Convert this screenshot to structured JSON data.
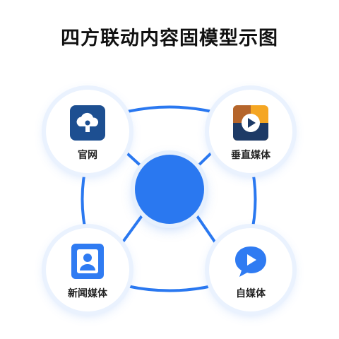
{
  "title": "四方联动内容固模型示图",
  "colors": {
    "primary_blue": "#2a78f0",
    "line_blue": "#2a78f0",
    "dark_navy": "#1d4f91",
    "orange": "#f5a623",
    "brown": "#b5652b",
    "icon_blue": "#2f7bf2"
  },
  "nodes": {
    "website": {
      "label": "官网",
      "icon": "cloud-icon"
    },
    "vertical_media": {
      "label": "垂直媒体",
      "icon": "play-icon"
    },
    "news_media": {
      "label": "新闻媒体",
      "icon": "user-icon"
    },
    "self_media": {
      "label": "自媒体",
      "icon": "chat-play-icon"
    }
  },
  "center": {
    "label": ""
  }
}
